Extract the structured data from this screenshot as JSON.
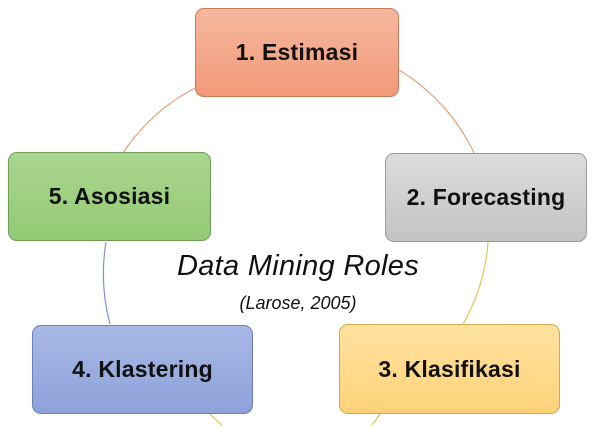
{
  "diagram": {
    "title": "Data Mining Roles",
    "subtitle": "(Larose, 2005)",
    "nodes": [
      {
        "id": "1",
        "label": "1. Estimasi",
        "color": "#f4a98a"
      },
      {
        "id": "2",
        "label": "2. Forecasting",
        "color": "#cfcfcf"
      },
      {
        "id": "3",
        "label": "3. Klasifikasi",
        "color": "#ffd98c"
      },
      {
        "id": "4",
        "label": "4. Klastering",
        "color": "#9badde"
      },
      {
        "id": "5",
        "label": "5. Asosiasi",
        "color": "#9fcf82"
      }
    ],
    "connector_colors": [
      "#e8a07a",
      "#e2c65a",
      "#7c95d4"
    ]
  }
}
